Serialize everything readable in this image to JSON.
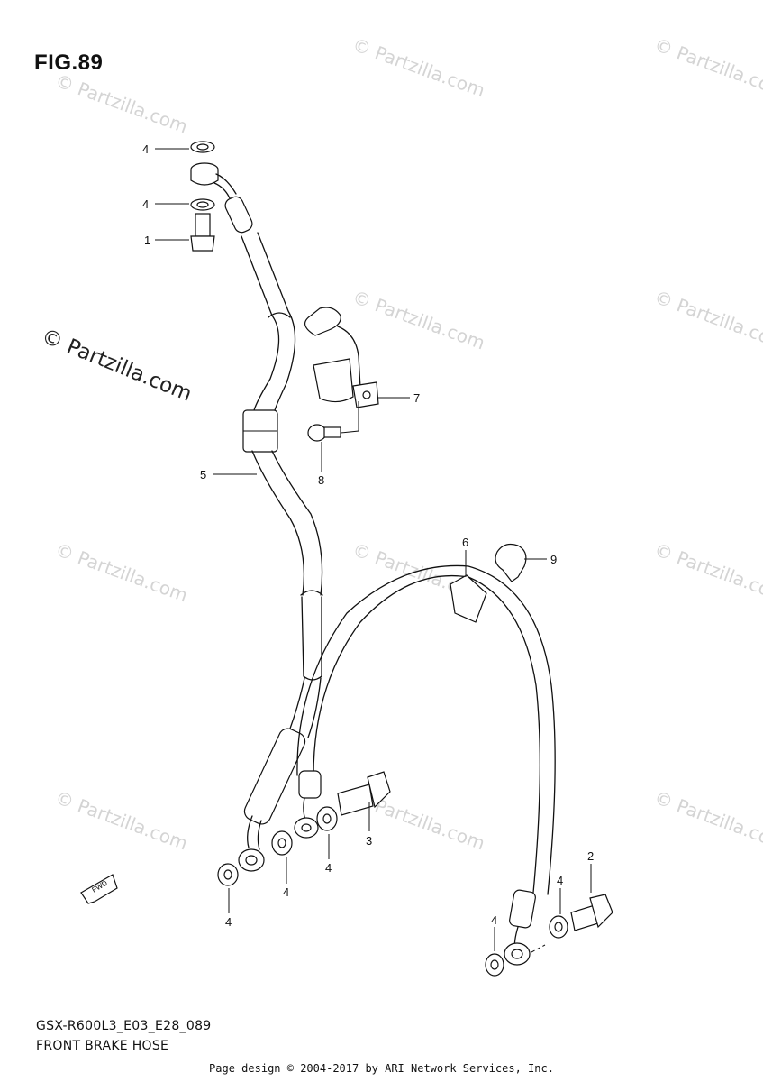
{
  "figure": {
    "title": "FIG.89",
    "model_code": "GSX-R600L3_E03_E28_089",
    "part_name": "FRONT BRAKE HOSE",
    "footer": "Page design © 2004-2017 by ARI Network Services, Inc.",
    "side_watermark": "© Partzilla.com",
    "watermark_text": "© Partzilla.com",
    "fwd_label": "FWD"
  },
  "callouts": [
    {
      "id": "c-top-washer",
      "label": "4"
    },
    {
      "id": "c-upper-washer",
      "label": "4"
    },
    {
      "id": "c-union-bolt-top",
      "label": "1"
    },
    {
      "id": "c-bracket",
      "label": "7"
    },
    {
      "id": "c-bracket-bolt",
      "label": "8"
    },
    {
      "id": "c-upper-hose",
      "label": "5"
    },
    {
      "id": "c-lower-hose",
      "label": "6"
    },
    {
      "id": "c-clamp",
      "label": "9"
    },
    {
      "id": "c-union-bolt-mid",
      "label": "3"
    },
    {
      "id": "c-washer-mid-a",
      "label": "4"
    },
    {
      "id": "c-washer-mid-b",
      "label": "4"
    },
    {
      "id": "c-washer-left",
      "label": "4"
    },
    {
      "id": "c-union-bolt-right",
      "label": "2"
    },
    {
      "id": "c-washer-right-a",
      "label": "4"
    },
    {
      "id": "c-washer-right-b",
      "label": "4"
    }
  ]
}
